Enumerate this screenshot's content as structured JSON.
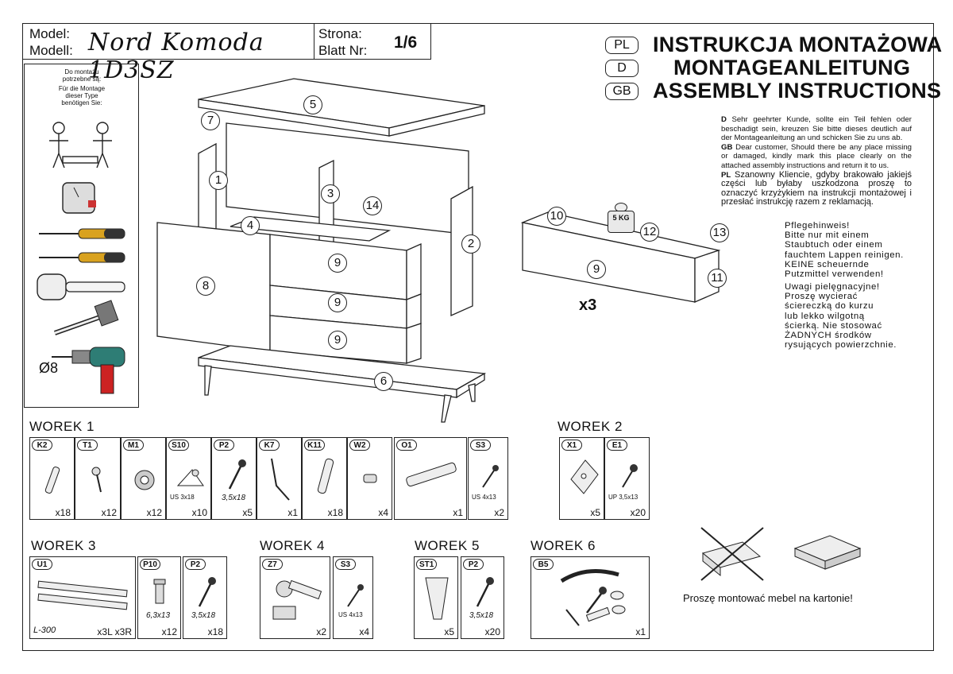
{
  "header": {
    "model_label": "Model:",
    "model_label_de": "Modell:",
    "model_name": "Nord Komoda 1D3SZ",
    "page_label": "Strona:",
    "page_label_de": "Blatt Nr:",
    "page_number": "1/6"
  },
  "languages": [
    {
      "code": "PL",
      "title": "INSTRUKCJA MONTAŻOWA"
    },
    {
      "code": "D",
      "title": "MONTAGEANLEITUNG"
    },
    {
      "code": "GB",
      "title": "ASSEMBLY INSTRUCTIONS"
    }
  ],
  "notice": {
    "d_prefix": "D",
    "d_text": "Sehr geehrter Kunde, sollte ein Teil fehlen oder beschadigt sein, kreuzen Sie bitte dieses deutlich auf der Montageanleitung an und schicken Sie zu uns ab.",
    "gb_prefix": "GB",
    "gb_text": "Dear customer, Should there be any place missing or damaged, kindly mark this place clearly on the attached assembly instructions and return it to us.",
    "pl_prefix": "PL",
    "pl_text": "Szanowny Kliencie, gdyby brakowało jakiejś części lub byłaby uszkodzona proszę to oznaczyć krzyżykiem na instrukcji montażowej i przesłać instrukcję razem z reklamacją."
  },
  "care": {
    "de": [
      "Pflegehinweis!",
      "Bitte nur mit einem",
      "Staubtuch oder einem",
      "fauchtem Lappen reinigen.",
      "KEINE scheuernde",
      "Putzmittel verwenden!"
    ],
    "pl": [
      "Uwagi pielęgnacyjne!",
      "Proszę wycierać",
      "ściereczką do kurzu",
      "lub lekko wilgotną",
      "ścierką. Nie stosować",
      "ŻADNYCH środków",
      "rysujących powierzchnie."
    ]
  },
  "tools": {
    "pl_lines": [
      "Do montażu",
      "potrzebne są:"
    ],
    "de_lines": [
      "Für die Montage",
      "dieser Type",
      "benötigen Sie:"
    ],
    "drill_size": "Ø8",
    "icons": [
      "two-workers-icon",
      "tape-measure-icon",
      "flat-screwdriver-icon",
      "phillips-screwdriver-icon",
      "rubber-mallet-icon",
      "hammer-icon",
      "power-drill-icon"
    ]
  },
  "callouts": [
    "1",
    "2",
    "3",
    "4",
    "5",
    "6",
    "7",
    "8",
    "9",
    "9",
    "9",
    "14"
  ],
  "drawer_callouts": [
    "9",
    "10",
    "11",
    "12",
    "13"
  ],
  "drawer_weight": "5 KG",
  "drawer_multiplier": "x3",
  "bags": [
    {
      "title": "WOREK 1",
      "items": [
        {
          "code": "K2",
          "qty": "x18",
          "spec": ""
        },
        {
          "code": "T1",
          "qty": "x12",
          "spec": ""
        },
        {
          "code": "M1",
          "qty": "x12",
          "spec": ""
        },
        {
          "code": "S10",
          "qty": "x10",
          "spec": "US 3x18"
        },
        {
          "code": "P2",
          "qty": "x5",
          "spec": "3,5x18"
        },
        {
          "code": "K7",
          "qty": "x1",
          "spec": ""
        },
        {
          "code": "K11",
          "qty": "x18",
          "spec": ""
        },
        {
          "code": "W2",
          "qty": "x4",
          "spec": ""
        },
        {
          "code": "O1",
          "qty": "x1",
          "spec": ""
        },
        {
          "code": "S3",
          "qty": "x2",
          "spec": "US 4x13"
        }
      ]
    },
    {
      "title": "WOREK 2",
      "items": [
        {
          "code": "X1",
          "qty": "x5",
          "spec": ""
        },
        {
          "code": "E1",
          "qty": "x20",
          "spec": "UP 3,5x13"
        }
      ]
    },
    {
      "title": "WOREK 3",
      "items": [
        {
          "code": "U1",
          "qty": "x3L  x3R",
          "spec": "L-300"
        },
        {
          "code": "P10",
          "qty": "x12",
          "spec": "6,3x13"
        },
        {
          "code": "P2",
          "qty": "x18",
          "spec": "3,5x18"
        }
      ]
    },
    {
      "title": "WOREK 4",
      "items": [
        {
          "code": "Z7",
          "qty": "x2",
          "spec": ""
        },
        {
          "code": "S3",
          "qty": "x4",
          "spec": "US 4x13"
        }
      ]
    },
    {
      "title": "WOREK 5",
      "items": [
        {
          "code": "ST1",
          "qty": "x5",
          "spec": ""
        },
        {
          "code": "P2",
          "qty": "x20",
          "spec": "3,5x18"
        }
      ]
    },
    {
      "title": "WOREK 6",
      "items": [
        {
          "code": "B5",
          "qty": "x1",
          "spec": ""
        }
      ]
    }
  ],
  "carton_note": "Proszę montować mebel na kartonie!"
}
